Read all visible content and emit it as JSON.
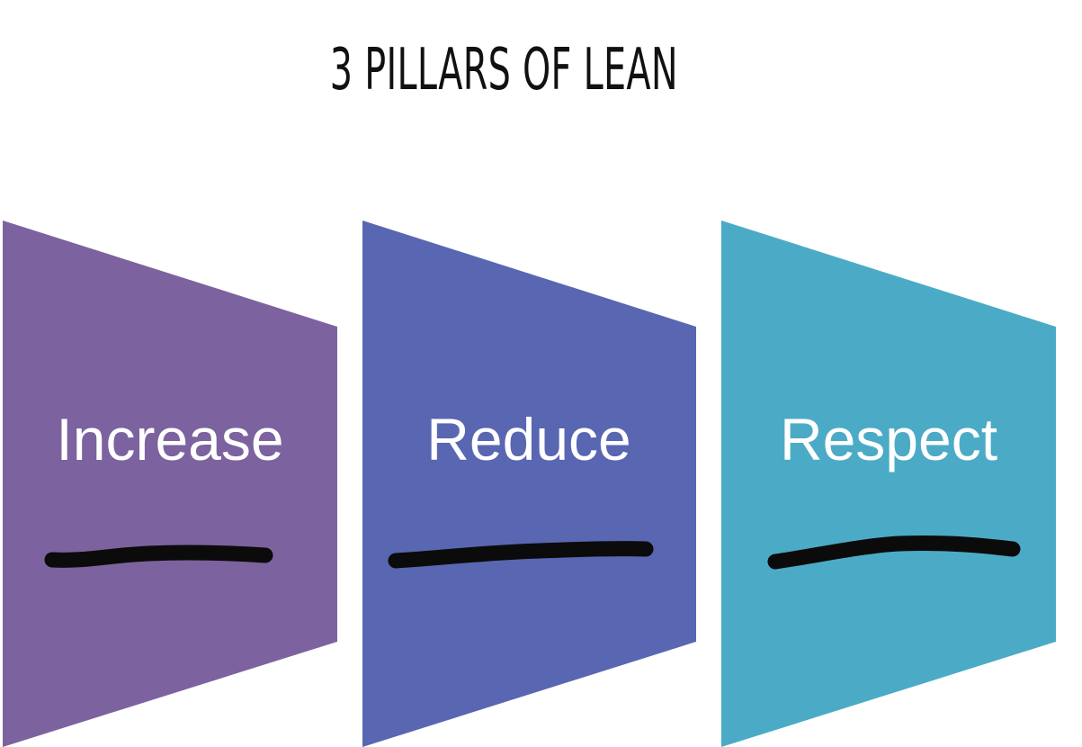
{
  "title": "3 PILLARS OF LEAN",
  "pillars": [
    {
      "label": "Increase",
      "color": "#7c629f"
    },
    {
      "label": "Reduce",
      "color": "#5966b1"
    },
    {
      "label": "Respect",
      "color": "#4babc6"
    }
  ]
}
